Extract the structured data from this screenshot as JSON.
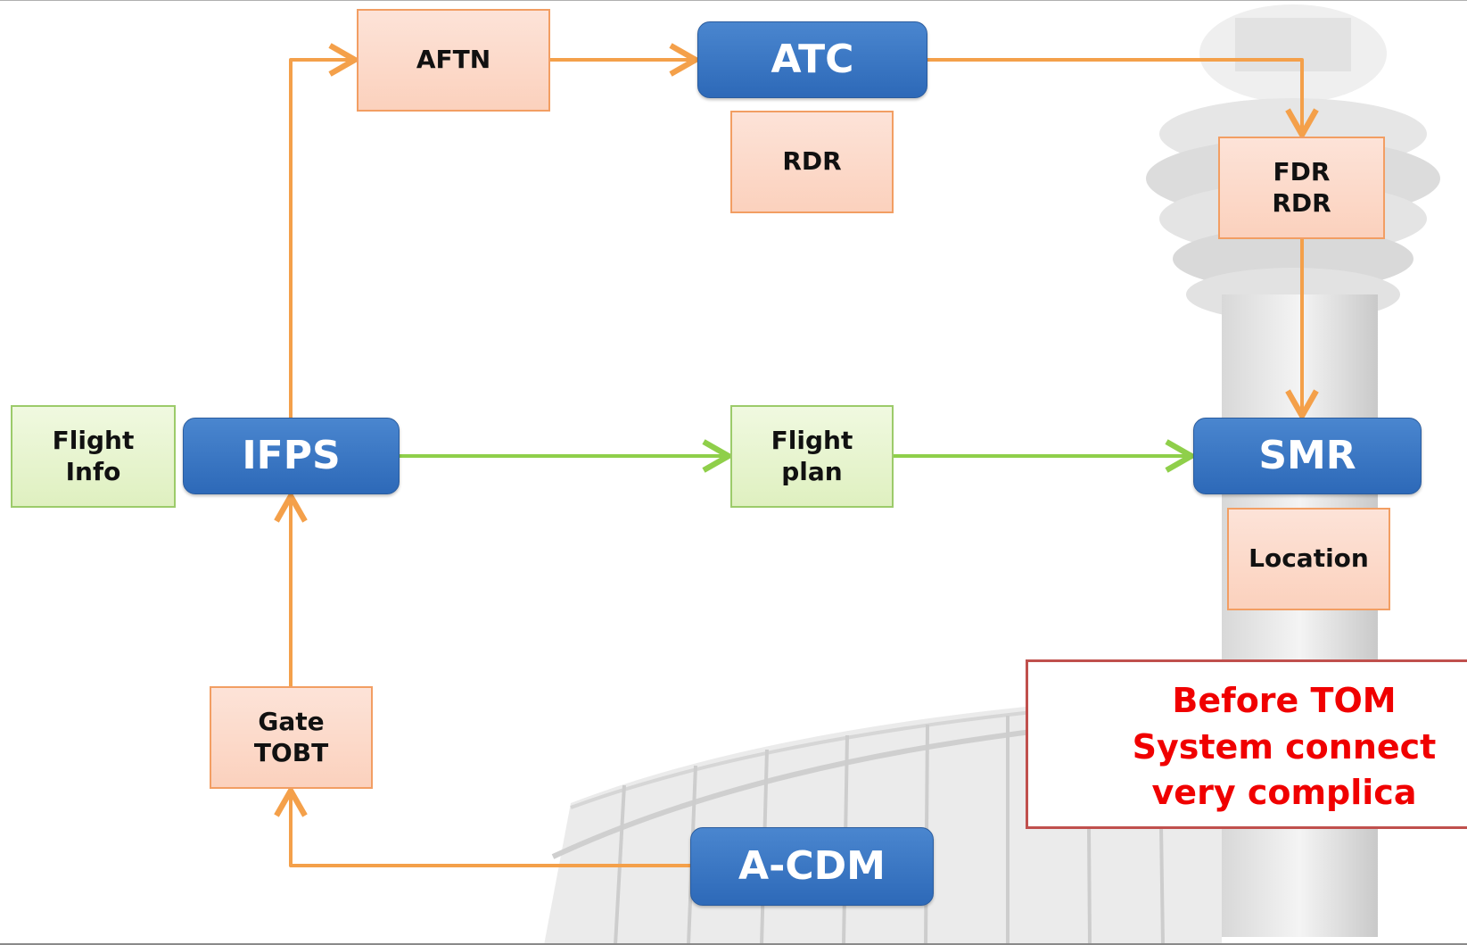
{
  "nodes": {
    "aftn": "AFTN",
    "atc": "ATC",
    "rdr": "RDR",
    "fdr_rdr": "FDR\nRDR",
    "flight_info": "Flight\nInfo",
    "ifps": "IFPS",
    "flight_plan": "Flight\nplan",
    "smr": "SMR",
    "location": "Location",
    "gate_tobt": "Gate\nTOBT",
    "acdm": "A-CDM"
  },
  "note": "Before TOM\nSystem connect\nvery complica",
  "colors": {
    "orange_link": "#f4a04a",
    "green_link": "#8fcf4a",
    "blue_box": "#3a78c6",
    "peach_box": "#fbd6c4",
    "green_box": "#e6f4cc",
    "note_text": "#f00000",
    "note_border": "#c0504d"
  },
  "background": {
    "image": "control-tower-watermark"
  }
}
